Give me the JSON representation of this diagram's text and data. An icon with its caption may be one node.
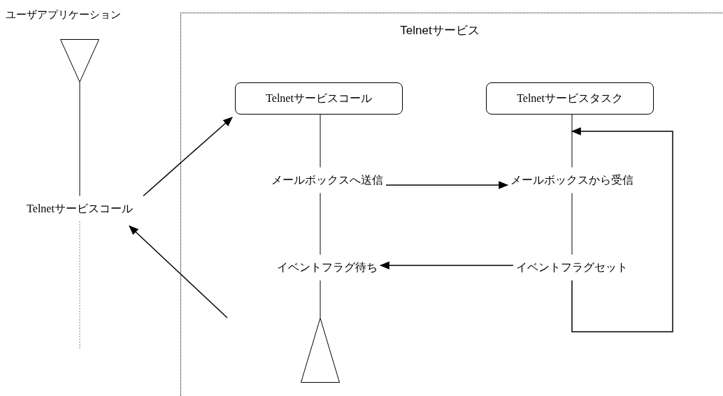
{
  "diagram": {
    "nodes": [
      {
        "text": [],
        "shape": "triangle",
        "beside": [
          "ユーザアプリケーション"
        ]
      },
      {
        "text": [
          "Telnetサービスコール"
        ]
      },
      {
        "text": [
          "Telnetサービス"
        ]
      },
      {
        "text": [
          "Telnetサービスコール"
        ],
        "in": 2
      },
      {
        "text": [
          "Telnetサービスタスク"
        ],
        "in": 2
      },
      {
        "text": [
          "メールボックスへ送信"
        ],
        "in": 2
      },
      {
        "text": [
          "メールボックスから受信"
        ],
        "in": 2
      },
      {
        "text": [
          "イベントフラグ待ち"
        ],
        "in": 2
      },
      {
        "text": [
          "イベントフラグセット"
        ],
        "in": 2
      },
      {
        "text": [],
        "shape": "triangle",
        "in": 2
      }
    ],
    "edges": [
      {
        "from": 0,
        "to": 1,
        "arrow": "none"
      },
      {
        "from": 1,
        "to": null,
        "arrow": "none",
        "style": "dashed"
      },
      {
        "from": 1,
        "to": 3,
        "arrow": "to"
      },
      {
        "from": null,
        "to": 1,
        "arrow": "to"
      },
      {
        "from": 3,
        "to": 5,
        "arrow": "none"
      },
      {
        "from": 5,
        "to": 7,
        "arrow": "none"
      },
      {
        "from": 7,
        "to": 9,
        "arrow": "none"
      },
      {
        "from": 5,
        "to": 6,
        "arrow": "to"
      },
      {
        "from": 4,
        "to": 6,
        "arrow": "none"
      },
      {
        "from": 6,
        "to": 8,
        "arrow": "none"
      },
      {
        "from": 8,
        "to": 7,
        "arrow": "to"
      },
      {
        "from": 8,
        "to": 4,
        "arrow": "to"
      }
    ]
  }
}
